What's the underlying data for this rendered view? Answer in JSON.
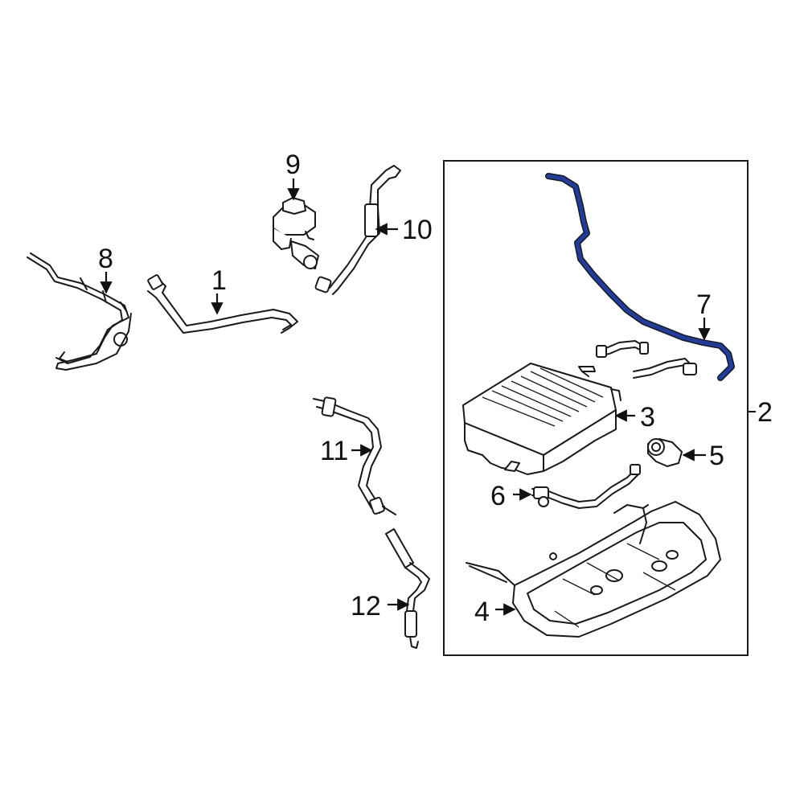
{
  "diagram": {
    "callouts": {
      "c1": "1",
      "c2": "2",
      "c3": "3",
      "c4": "4",
      "c5": "5",
      "c6": "6",
      "c7": "7",
      "c8": "8",
      "c9": "9",
      "c10": "10",
      "c11": "11",
      "c12": "12"
    },
    "highlight_color": "#1f3c9e",
    "line_color": "#1a1a1a"
  }
}
